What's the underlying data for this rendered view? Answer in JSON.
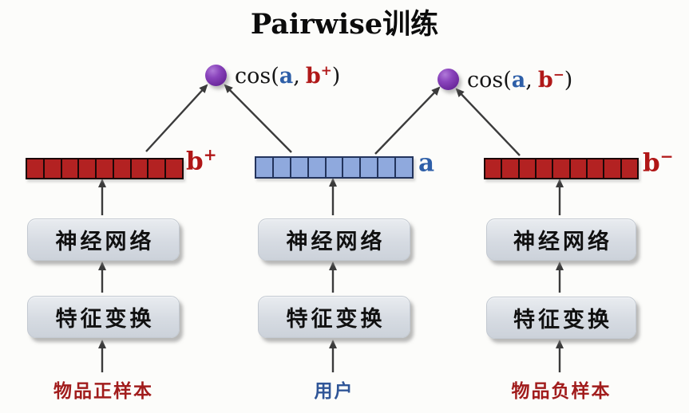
{
  "title": "Pairwise训练",
  "palette": {
    "item_vector_red": "#b32222",
    "item_text_red": "#b01616",
    "user_vector_blue": "#8fa9dd",
    "user_text_blue": "#2e5fa8",
    "input_label_red": "#a11c1c",
    "input_label_blue": "#2f5597",
    "similarity_dot_purple": "#7030a0",
    "arrow_gray": "#3b3b3b",
    "box_gray": "#d6dbe2"
  },
  "cos_nodes": [
    {
      "func": "cos(",
      "user_arg": "a",
      "comma": ",",
      "item_arg": "b",
      "item_sup": "+",
      "close": ")"
    },
    {
      "func": "cos(",
      "user_arg": "a",
      "comma": ",",
      "item_arg": "b",
      "item_sup": "−",
      "close": ")"
    }
  ],
  "towers": [
    {
      "id": "positive-item",
      "vector_label": "b",
      "vector_sup": "+",
      "cells": 9,
      "nn_label": "神经网络",
      "ft_label": "特征变换",
      "input_label": "物品正样本"
    },
    {
      "id": "user",
      "vector_label": "a",
      "vector_sup": "",
      "cells": 9,
      "nn_label": "神经网络",
      "ft_label": "特征变换",
      "input_label": "用户"
    },
    {
      "id": "negative-item",
      "vector_label": "b",
      "vector_sup": "−",
      "cells": 9,
      "nn_label": "神经网络",
      "ft_label": "特征变换",
      "input_label": "物品负样本"
    }
  ]
}
